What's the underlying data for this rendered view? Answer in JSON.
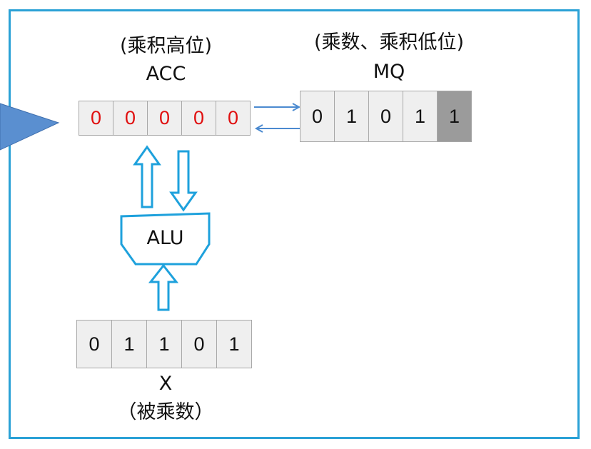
{
  "acc": {
    "caption": "(乘积高位)",
    "name": "ACC",
    "bits": [
      "0",
      "0",
      "0",
      "0",
      "0"
    ],
    "bit_color": "#e01010"
  },
  "mq": {
    "caption": "(乘数、乘积低位)",
    "name": "MQ",
    "bits": [
      "0",
      "1",
      "0",
      "1",
      "1"
    ],
    "highlight_color": "#9b9b9b"
  },
  "alu": {
    "label": "ALU"
  },
  "x": {
    "name": "X",
    "caption": "（被乘数）",
    "bits": [
      "0",
      "1",
      "1",
      "0",
      "1"
    ]
  },
  "colors": {
    "frame": "#2aa1d6",
    "pointer": "#5a8fd0",
    "connector": "#4b8ad0",
    "hollow_arrow": "#1ea1dc",
    "cell_bg": "#efefef"
  }
}
